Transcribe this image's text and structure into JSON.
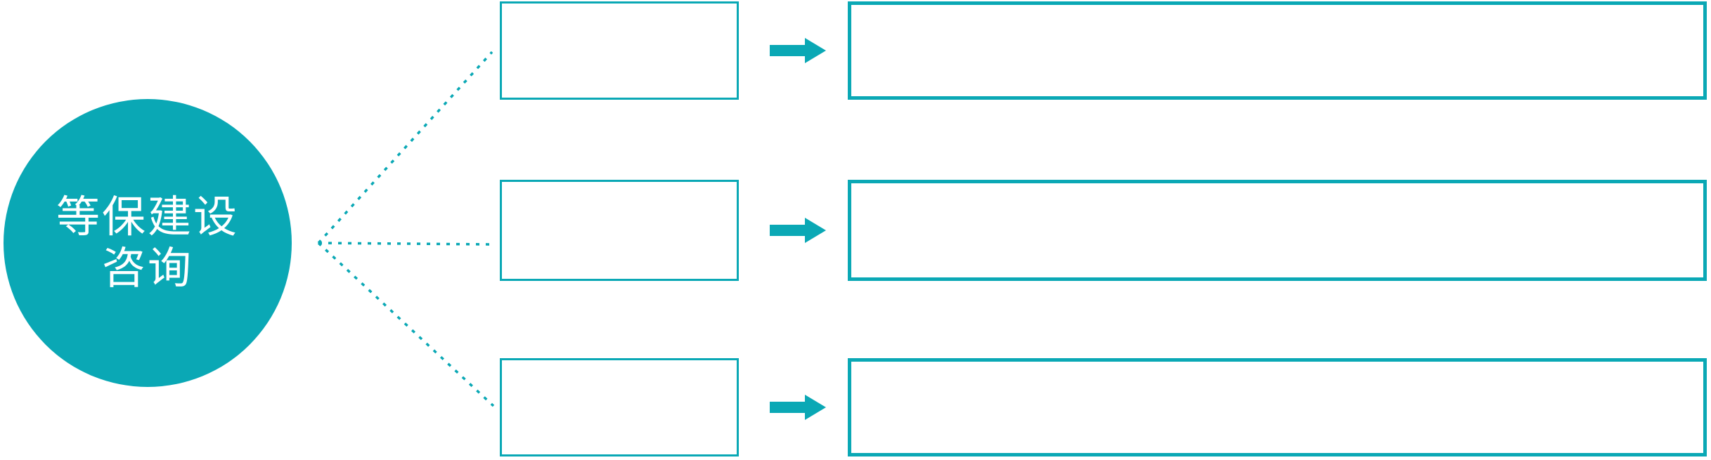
{
  "colors": {
    "accent_teal": "#0aa8b5",
    "text_on_accent": "#ffffff",
    "background": "#ffffff"
  },
  "hub": {
    "label_line1": "等保建设",
    "label_line2": "咨询",
    "full_label": "等保建设咨询"
  },
  "rows": [
    {
      "box_label": "",
      "panel_label": ""
    },
    {
      "box_label": "",
      "panel_label": ""
    },
    {
      "box_label": "",
      "panel_label": ""
    }
  ],
  "icons": {
    "arrow": "block-arrow-right",
    "connector": "dotted-line"
  }
}
